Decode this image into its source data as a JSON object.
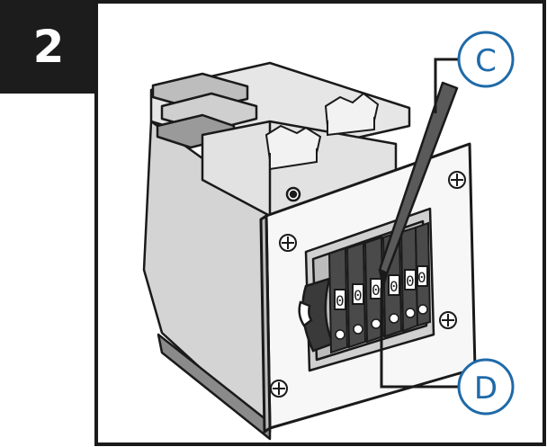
{
  "step": {
    "number": "2"
  },
  "callouts": [
    {
      "id": "C",
      "label": "C",
      "target": "stylus-tool"
    },
    {
      "id": "D",
      "label": "D",
      "target": "counter-digit-wheel"
    }
  ],
  "counter": {
    "digits": [
      "0",
      "0",
      "0",
      "0",
      "0",
      "0"
    ]
  },
  "colors": {
    "step_badge": "#1c1c1c",
    "callout_ring": "#1f6aa8",
    "line_art": "#1a1a1a",
    "shading": "#cfcfcf",
    "dark_fill": "#3a3a3a"
  }
}
